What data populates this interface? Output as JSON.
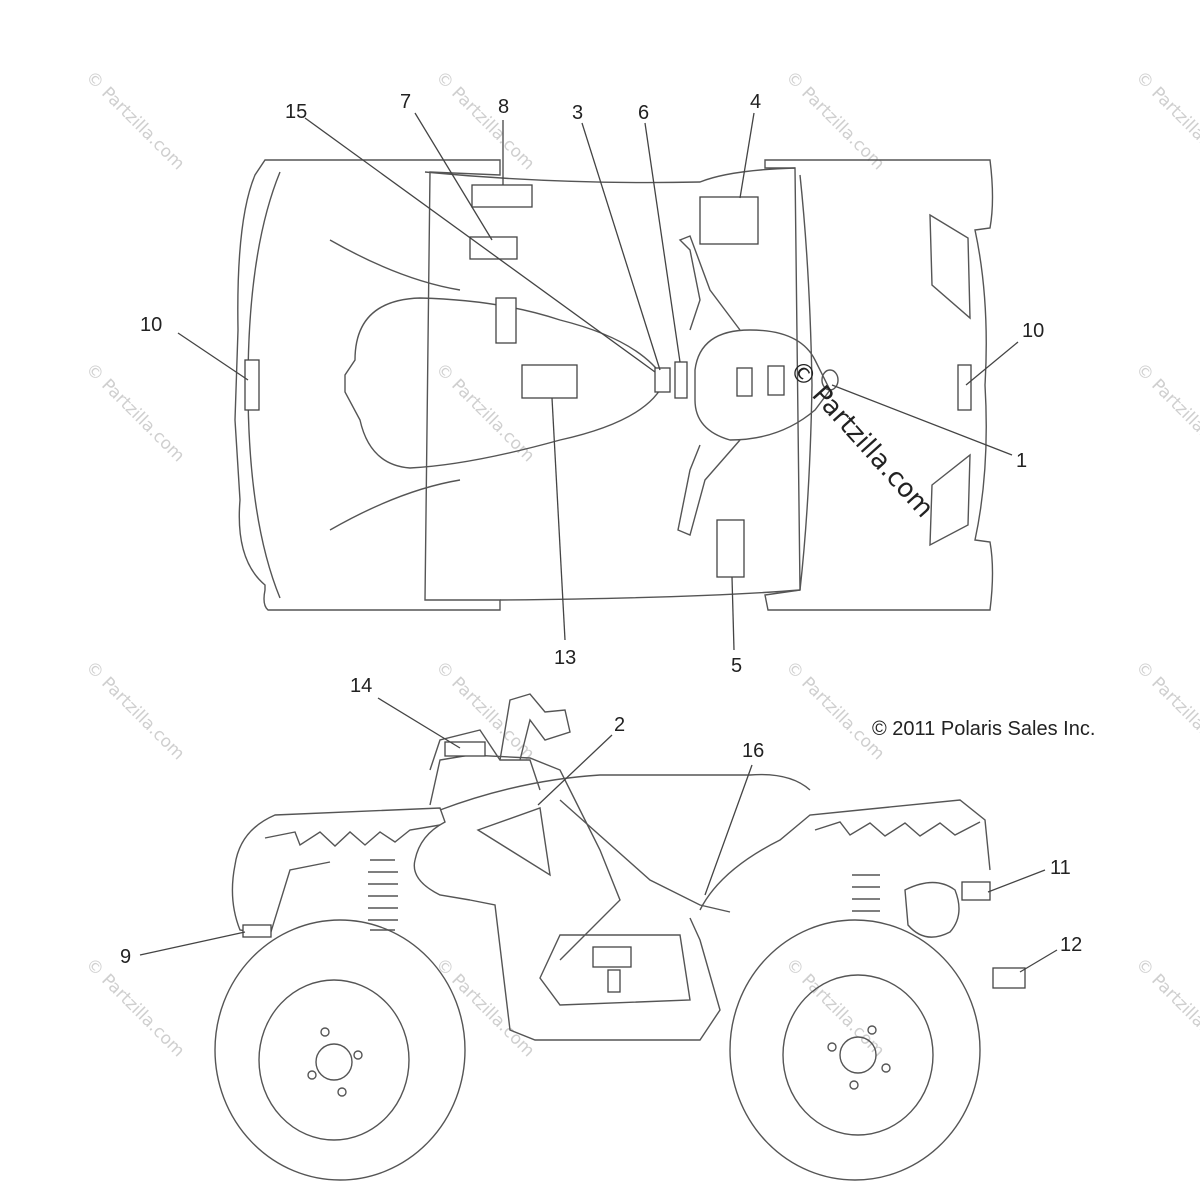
{
  "watermark": "© Partzilla.com",
  "center_watermark": "© Partzilla.com",
  "copyright": "© 2011 Polaris Sales Inc.",
  "callouts": {
    "top_view": [
      "1",
      "3",
      "4",
      "5",
      "6",
      "7",
      "8",
      "10",
      "10",
      "13",
      "15"
    ],
    "side_view": [
      "2",
      "9",
      "11",
      "12",
      "14",
      "16"
    ]
  }
}
